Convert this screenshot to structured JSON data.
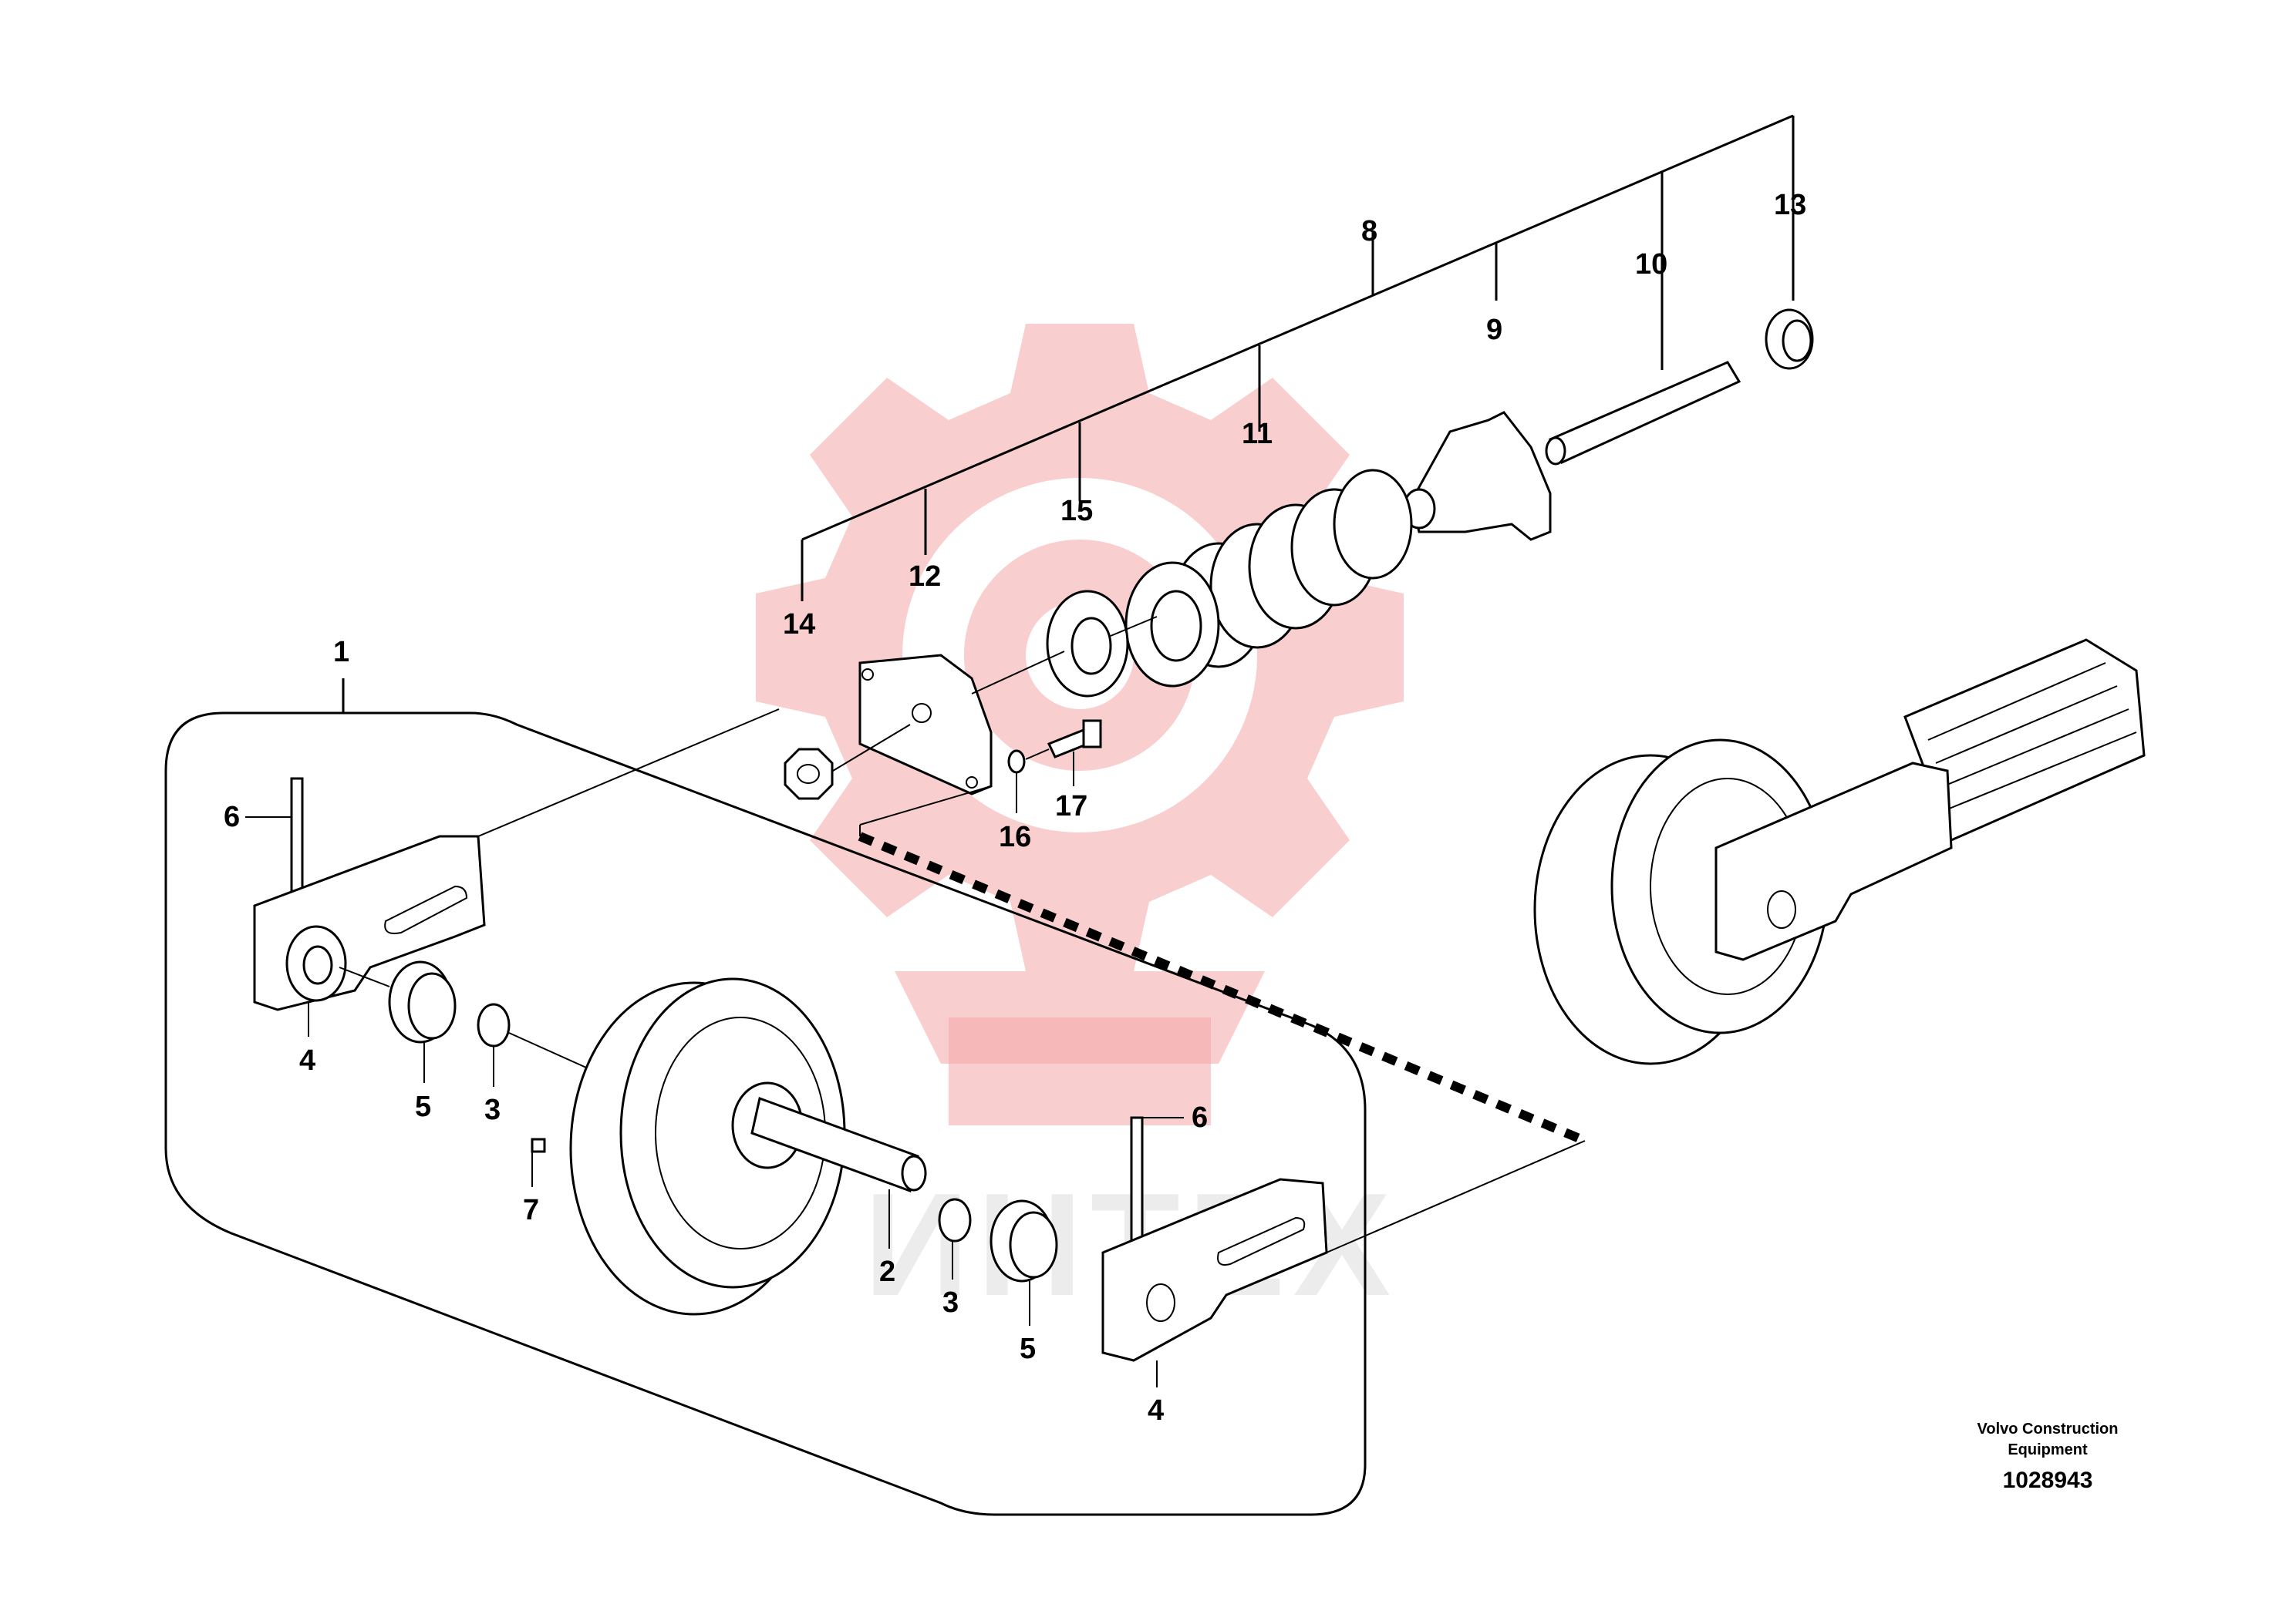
{
  "callouts": {
    "c1": "1",
    "c2": "2",
    "c3a": "3",
    "c3b": "3",
    "c4a": "4",
    "c4b": "4",
    "c5a": "5",
    "c5b": "5",
    "c6a": "6",
    "c6b": "6",
    "c7": "7",
    "c8": "8",
    "c9": "9",
    "c10": "10",
    "c11": "11",
    "c12": "12",
    "c13": "13",
    "c14": "14",
    "c15": "15",
    "c16": "16",
    "c17": "17"
  },
  "manufacturer": {
    "line1": "Volvo Construction",
    "line2": "Equipment"
  },
  "diagram_number": "1028943",
  "watermark_text": "ИНТЕХ",
  "colors": {
    "watermark": "#f4a6a6",
    "ink": "#000000",
    "background": "#ffffff"
  }
}
